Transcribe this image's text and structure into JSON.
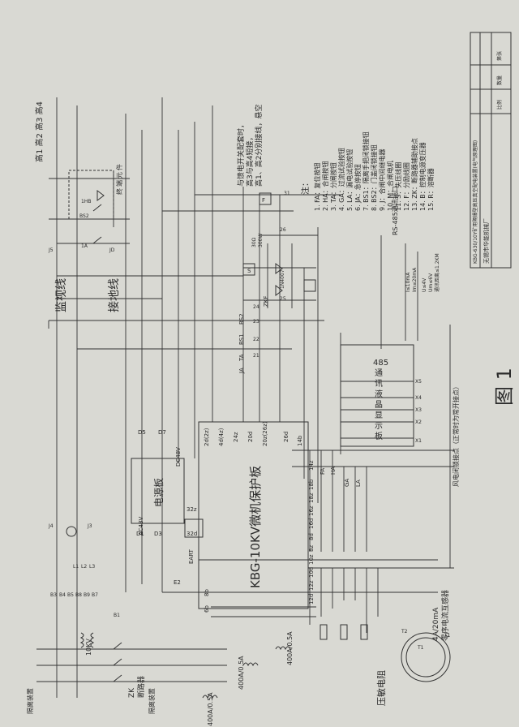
{
  "figure_label": "图 1",
  "main_board": "KBG-10KV微机保护板",
  "power_board": "电源板",
  "comm_board": [
    "485",
    "通",
    "讯",
    "液",
    "晶",
    "显",
    "示",
    "板"
  ],
  "labels": {
    "monitor_line": "监视线",
    "ground_line": "接地线",
    "terminal_element": [
      "终",
      "端",
      "元",
      "件"
    ],
    "pressure_sensor": "压敏电阻",
    "zero_seq_ct": [
      "4A/20mA",
      "零序电流互感器"
    ],
    "isolator_top": "隔离装置",
    "isolator_bottom": "隔离装置",
    "zk_breaker": [
      "ZK",
      "断路器"
    ],
    "ct_ratio": "400A/0.5A",
    "pt_ratio": "10KV",
    "rs485": "RS-485通讯接口",
    "current_spec": [
      "I≤10mA",
      "Im≤20mA"
    ],
    "voltage_spec": [
      "U≤4V",
      "Um≤6V",
      "通讯距离≤1.2KM"
    ],
    "high_signals": "高1 高2 高3 高4",
    "wind_lock": "风电闭锁接点（正常时为常开接点）",
    "switch_note": [
      "与馈电开关配套时，",
      "高3与高4短接，",
      "高1、高2分别接线，悬空"
    ],
    "relay_spec": [
      "30Ω",
      "300W"
    ],
    "diode": "1N4007",
    "ac48": "AC48V",
    "dc48": "DC48V",
    "eart": "EART"
  },
  "notes": {
    "heading": "注：",
    "items": [
      "1. FA：复位按钮",
      "2. HA：合闸按钮",
      "3. TA：分闸按钮",
      "4. GA：过流试验按钮",
      "5. LA：漏电试验按钮",
      "6. JA：急停按钮",
      "7. BS1：隔离手把闭锁接钮",
      "8. BS2：门盖闭锁接钮",
      "9. J：合闸中间继电器",
      "10. M：合闸电机",
      "11. S：失压线圈",
      "12. F：分励线圈",
      "13. ZK：断路器辅助接点",
      "14. B：控制电源变压器",
      "15. R：溶断器"
    ]
  },
  "title_block": {
    "drawing_title": "KBG-630/10Y矿用隔爆型高压真空配电装置(电气原理图)",
    "company": "无锡市华能机械厂",
    "cell_labels": [
      "比例",
      "数量",
      "第张"
    ]
  },
  "pins": {
    "left_col": [
      "6b",
      "8b",
      "4d(4z)",
      "24z",
      "20d",
      "20z(26z)",
      "26d",
      "2d(2z)",
      "14b"
    ],
    "bottom_row": [
      "12d",
      "12z",
      "10d",
      "10z",
      "8z",
      "8d",
      "16d",
      "16z",
      "18z",
      "18b",
      "14z"
    ],
    "power": [
      "D1",
      "D3",
      "D5",
      "D7",
      "32d",
      "32z",
      "E2"
    ],
    "buttons": [
      "TA",
      "BS1",
      "BS2",
      "FA",
      "HA",
      "GA",
      "LA",
      "JA",
      "S",
      "ZKF",
      "F"
    ],
    "terminals": [
      "J5",
      "JD",
      "J4",
      "J3",
      "B3",
      "B4",
      "B5",
      "B8",
      "B9",
      "B7",
      "L1",
      "L2",
      "L3",
      "B1",
      "BS2",
      "1A",
      "1HB",
      "21",
      "22",
      "23",
      "24",
      "25",
      "26",
      "31",
      "X1",
      "X2",
      "X3",
      "X4",
      "X5",
      "T1",
      "T2",
      "T1"
    ]
  }
}
